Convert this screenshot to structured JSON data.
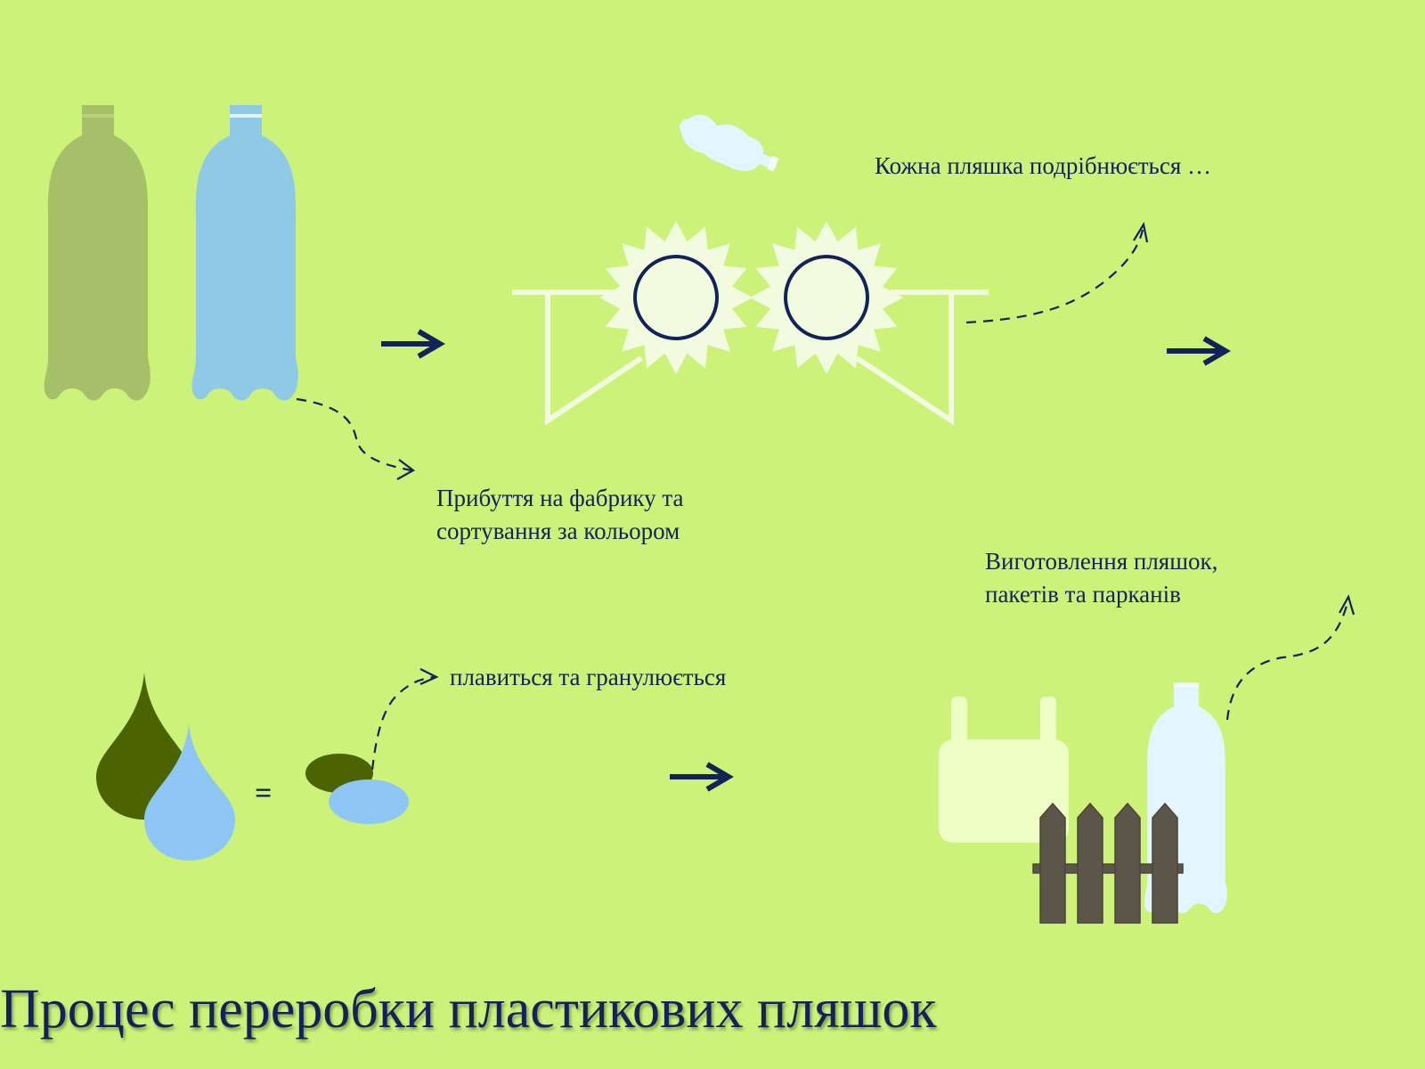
{
  "title": "Процес переробки пластикових пляшок",
  "steps": {
    "arrival": {
      "line1": "Прибуття на фабрику  та",
      "line2": "сортування за кольором"
    },
    "shredding": {
      "text": "Кожна пляшка подрібнюється …"
    },
    "melting": {
      "text": "плавиться та гранулюється"
    },
    "products": {
      "line1": "Виготовлення пляшок,",
      "line2": "пакетів та парканів"
    }
  },
  "equals_sign": "=",
  "colors": {
    "background": "#ccf27a",
    "text": "#13235a",
    "arrow": "#13235a",
    "bottle_green": "#a6c06a",
    "bottle_blue": "#8ec9e6",
    "drop_dark_green": "#4b6300",
    "drop_blue": "#8ec6f5",
    "pellet_blue": "#8ec6f5",
    "machine": "#f2fbdf",
    "bag": "#eeffc6",
    "product_bottle": "#e3f6ff",
    "fence": "#5c5549"
  },
  "icons": [
    "green-bottle-icon",
    "blue-bottle-icon",
    "crushed-bottle-icon",
    "shredder-gear-icon",
    "melt-drop-icon",
    "pellet-icon",
    "plastic-bag-icon",
    "product-bottle-icon",
    "fence-icon",
    "arrow-right-icon"
  ]
}
